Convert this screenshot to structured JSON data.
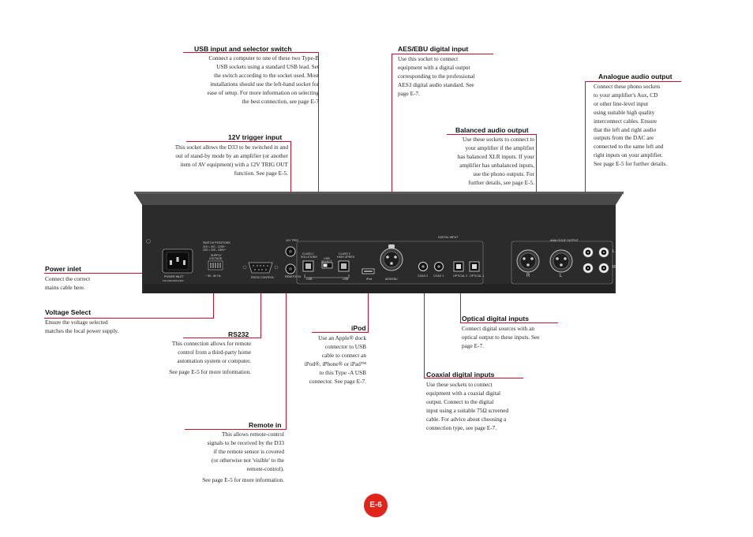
{
  "sections": {
    "usb": {
      "heading": "USB input and selector switch",
      "lines": [
        "Connect a computer to one of these two Type-B",
        "USB sockets using a standard USB lead.  Set",
        "the switch according to the socket used. Most",
        "installations should use the left-hand socket for",
        "ease of setup. For more information on selecting",
        "the best connection, see page E-7"
      ]
    },
    "aes": {
      "heading": "AES/EBU digital input",
      "lines": [
        "Use this socket to connect",
        "equipment with a digital output",
        "corresponding to the professional",
        "AES3 digital audio standard. See",
        "page E-7."
      ]
    },
    "analogue": {
      "heading": "Analogue audio output",
      "lines": [
        "Connect these phono sockets",
        "to your amplifier's Aux, CD",
        "or other line-level input",
        "using suitable high quality",
        "interconnect cables. Ensure",
        "that the left and right audio",
        "outputs from the DAC are",
        "connected to the same left and",
        "right inputs on your amplifier.",
        "See page E-5 for further details."
      ]
    },
    "trigger": {
      "heading": "12V trigger input",
      "lines": [
        "This socket allows the D33 to be switched in and",
        "out of stand-by mode by an amplifier (or another",
        "item of AV equipment) with a 12V TRIG OUT",
        "function. See page E-5."
      ]
    },
    "balanced": {
      "heading": "Balanced audio output",
      "lines": [
        "Use these sockets to connect to",
        "your amplifier  if the amplifier",
        "has balanced XLR inputs. If your",
        "amplifier has unbalanced inputs,",
        "use the phono outputs. For",
        "further details, see page E-5."
      ]
    },
    "power": {
      "heading": "Power inlet",
      "lines": [
        "Connect the correct",
        "mains cable here."
      ]
    },
    "voltage": {
      "heading": "Voltage Select",
      "lines": [
        "Ensure the voltage selected",
        "matches the local power supply."
      ]
    },
    "rs232": {
      "heading": "RS232",
      "lines": [
        "This connection allows for remote",
        "control from a third-party home",
        "automation system or computer.",
        "See page E-5 for more information."
      ]
    },
    "ipod": {
      "heading": "iPod",
      "lines": [
        "Use an Apple® dock",
        "connector to USB",
        "cable to connect an",
        "iPod®, iPhone® or iPad™",
        "to this Type -A USB",
        "connector. See page E-7."
      ]
    },
    "optical": {
      "heading": "Optical digital inputs",
      "lines": [
        "Connect digital sources with an",
        "optical output to these inputs. See",
        "page E-7."
      ]
    },
    "coaxial": {
      "heading": "Coaxial digital inputs",
      "lines": [
        "Use these sockets to connect",
        "equipment with a coaxial digital",
        "output. Connect to the digital",
        "input using a suitable 75Ω screened",
        "cable. For advice about choosing a",
        "connection type, see page E-7."
      ]
    },
    "remote": {
      "heading": "Remote in",
      "lines": [
        "This allows remote-control",
        "signals to be received by the D33",
        "if the remote sensor is covered",
        "(or otherwise not 'visible' to the",
        "remote-control).",
        "See page E-5 for more information."
      ]
    }
  },
  "panel": {
    "power_inlet": "POWER INLET",
    "power_inlet_sub": "110-120V/220-240V",
    "switch_positions": "SWITCH POSITIONS",
    "switch_pos_1": "115 = 110 - 120V~",
    "switch_pos_2": "230 = 220 - 240V~",
    "voltage_title": "SUPPLY",
    "voltage_sub": "VOLTAGE",
    "freq": "~ 50 - 60 Hz",
    "rs232": "RS232 CONTROL",
    "trig": "12V TRIG",
    "remote": "REMOTE IN",
    "class1": "CLASS 1",
    "class1_sub": "SOLUTIONS",
    "class2": "CLASS 2",
    "class2_sub": "HIGH SPEED",
    "usb_select": "USB SELECT",
    "usb": "USB",
    "digital_input": "DIGITAL INPUT",
    "ipod": "iPod",
    "aes": "AES/EBU",
    "coax1": "COAX 2",
    "coax2": "COAX 1",
    "opt1": "OPTICAL 2",
    "opt2": "OPTICAL 1",
    "analogue_output": "ANALOGUE OUTPUT",
    "r": "R",
    "l": "L",
    "l_small": "L",
    "r_small": "R"
  },
  "page_number": "E-6",
  "colors": {
    "accent": "#c8102e",
    "badge": "#e1251b",
    "chassis": "#2b2b2b"
  }
}
